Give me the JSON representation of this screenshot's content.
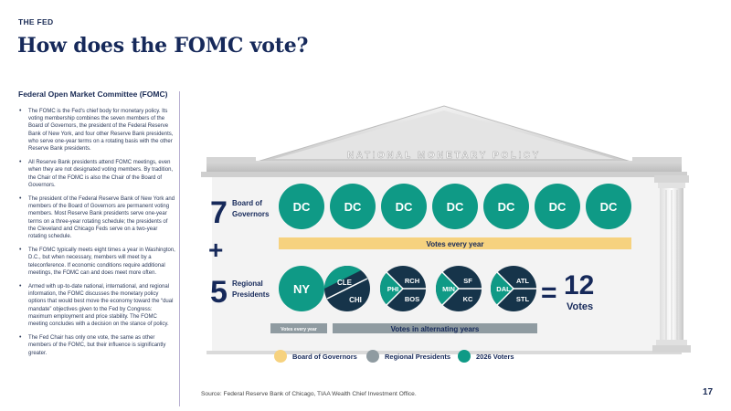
{
  "header": {
    "eyebrow": "THE FED",
    "title": "How does the FOMC vote?"
  },
  "sidebar": {
    "title": "Federal Open Market Committee (FOMC)",
    "bullets": [
      "The FOMC is the Fed's chief body for monetary policy. Its voting membership combines the seven members of the Board of Governors, the president of the Federal Reserve Bank of New York, and four other Reserve Bank presidents, who serve one-year terms on a rotating basis with the other Reserve Bank presidents.",
      "All Reserve Bank presidents attend FOMC meetings, even when they are not designated voting members. By tradition, the Chair of the FOMC is also the Chair of the Board of Governors.",
      "The president of the Federal Reserve Bank of New York and members of the Board of Governors are permanent voting members. Most Reserve Bank presidents serve one-year terms on a three-year rotating schedule; the presidents of the Cleveland and Chicago Feds serve on a two-year rotating schedule.",
      "The FOMC typically meets eight times a year in Washington, D.C., but when necessary, members will meet by a teleconference. If economic conditions require additional meetings, the FOMC can and does meet more often.",
      "Armed with up-to-date national, international, and regional information, the FOMC discusses the monetary policy options that would best move the economy toward the “dual mandate” objectives given to the Fed by Congress: maximum employment and price stability. The FOMC meeting concludes with a decision on the stance of policy.",
      "The Fed Chair has only one vote, the same as other members of the FOMC, but their influence is significantly greater."
    ]
  },
  "diagram": {
    "pediment_text": "NATIONAL MONETARY POLICY",
    "governors": {
      "count": "7",
      "label_line1": "Board of",
      "label_line2": "Governors",
      "seats": [
        "DC",
        "DC",
        "DC",
        "DC",
        "DC",
        "DC",
        "DC"
      ],
      "bar_label": "Votes every year"
    },
    "plus": "+",
    "presidents": {
      "count": "5",
      "label_line1": "Regional",
      "label_line2": "Presidents",
      "permanent": "NY",
      "pairs": [
        {
          "top": "CLE",
          "bottom": "CHI",
          "voter": "CLE"
        },
        {
          "top": "RCH",
          "bottom": "BOS",
          "left": "PHI",
          "voter": "PHI"
        },
        {
          "top": "SF",
          "bottom": "KC",
          "left": "MIN",
          "voter": "MIN"
        },
        {
          "top": "ATL",
          "bottom": "STL",
          "left": "DAL",
          "voter": "DAL"
        }
      ],
      "bar_every_year": "Votes every year",
      "bar_alternating": "Votes in alternating years"
    },
    "total": {
      "equals": "=",
      "number": "12",
      "label": "Votes"
    },
    "legend": [
      {
        "label": "Board of Governors",
        "color": "#f6d27f"
      },
      {
        "label": "Regional Presidents",
        "color": "#8f9ba1"
      },
      {
        "label": "2026 Voters",
        "color": "#0f9a86"
      }
    ],
    "colors": {
      "teal": "#0f9a86",
      "navy": "#16344a",
      "gold": "#f6d27f",
      "gray": "#8f9ba1",
      "title_blue": "#16295a"
    }
  },
  "footer": {
    "source": "Source: Federal Reserve Bank of Chicago, TIAA Wealth Chief Investment Office.",
    "page_number": "17"
  }
}
